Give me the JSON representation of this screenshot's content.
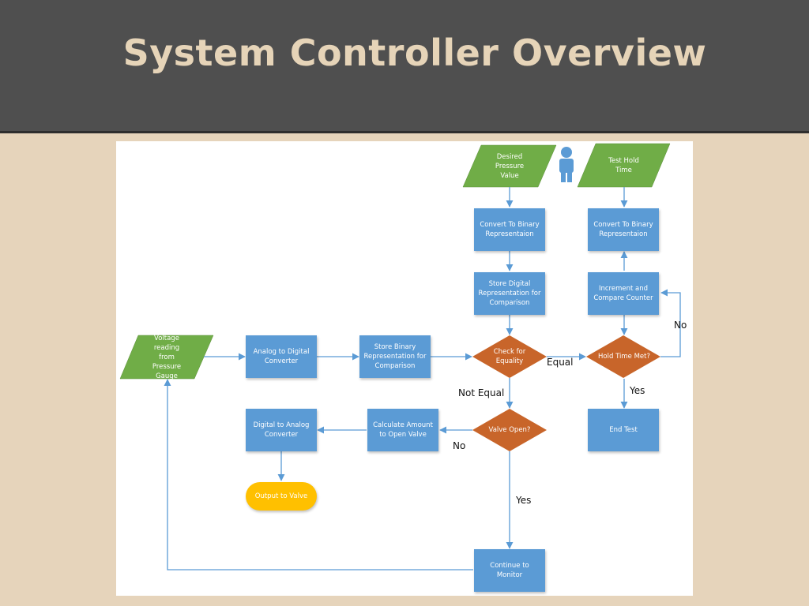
{
  "slide": {
    "title": "System Controller Overview"
  },
  "nodes": {
    "desired_pressure": "Desired Pressure Value",
    "test_hold_time": "Test Hold Time",
    "convert_binary_left": "Convert To Binary Representaion",
    "convert_binary_right": "Convert To Binary Representaion",
    "store_digital": "Store Digital Representation for Comparison",
    "increment_counter": "Increment and Compare Counter",
    "voltage_reading": "Voltage reading from Pressure Gauge",
    "analog_to_digital": "Analog to Digital Converter",
    "store_binary": "Store Binary Representation for Comparison",
    "check_equality": "Check for Equality",
    "hold_time_met": "Hold Time Met?",
    "end_test": "End Test",
    "valve_open": "Valve Open?",
    "calculate_amount": "Calculate Amount to Open Valve",
    "digital_to_analog": "Digital to Analog Converter",
    "output_to_valve": "Output to Valve",
    "continue_monitor": "Continue to Monitor"
  },
  "edge_labels": {
    "equal": "Equal",
    "not_equal": "Not Equal",
    "hold_no": "No",
    "hold_yes": "Yes",
    "valve_no": "No",
    "valve_yes": "Yes"
  },
  "colors": {
    "process": "#5b9bd5",
    "input": "#70ad47",
    "decision": "#c8652a",
    "terminal": "#ffc000",
    "arrow": "#5b9bd5"
  }
}
